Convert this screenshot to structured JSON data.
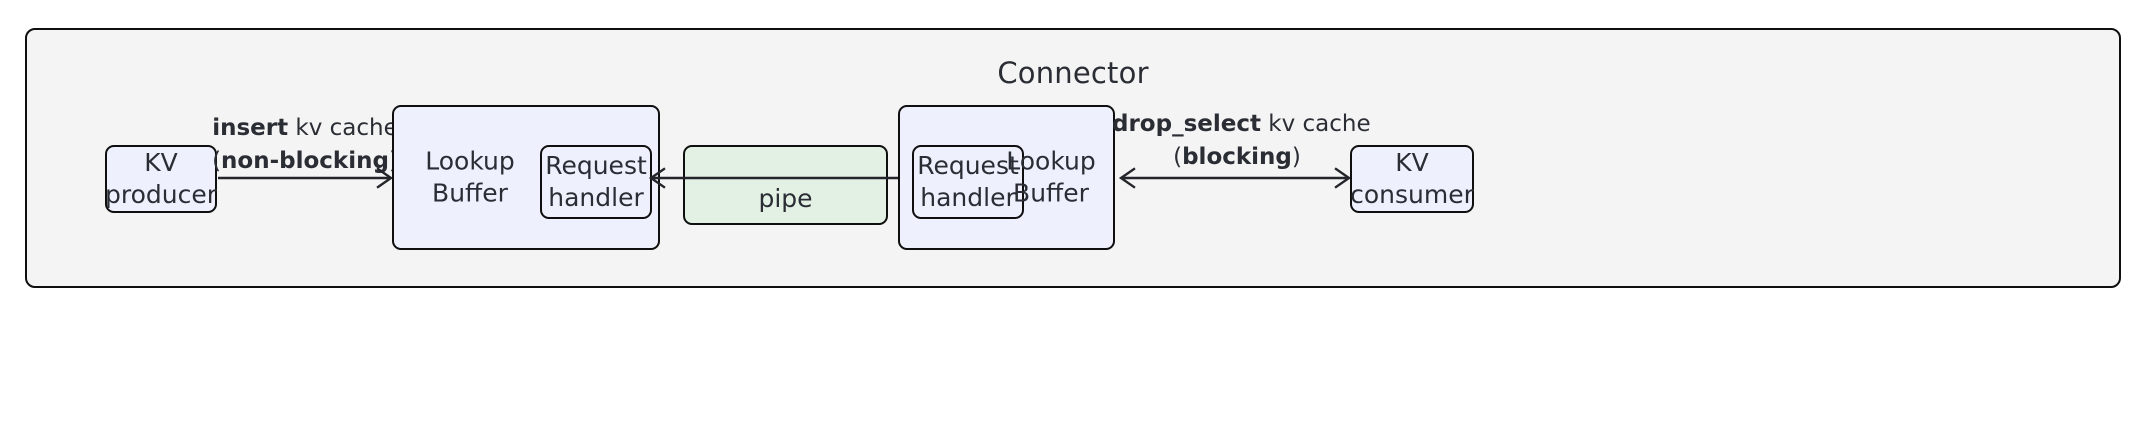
{
  "diagram": {
    "container": {
      "title": "Connector",
      "bg_color": "#f4f4f4",
      "border_color": "#0f0f10"
    },
    "colors": {
      "node_blue": "#eef1fd",
      "node_green": "#e3f0e4",
      "text": "#2b2d35",
      "stroke": "#24252b"
    },
    "nodes": {
      "kv_producer": {
        "line1": "KV",
        "line2": "producer"
      },
      "kv_consumer": {
        "line1": "KV",
        "line2": "consumer"
      },
      "lookup_buffer_left": {
        "line1": "Lookup",
        "line2": "Buffer"
      },
      "lookup_buffer_right": {
        "line1": "Lookup",
        "line2": "Buffer"
      },
      "request_handler_left": {
        "line1": "Request",
        "line2": "handler"
      },
      "request_handler_right": {
        "line1": "Request",
        "line2": "handler"
      },
      "pipe": {
        "label": "pipe"
      }
    },
    "edges": {
      "insert": {
        "op": "insert",
        "object": " kv cache",
        "mode_open": "(",
        "mode": "non-blocking",
        "mode_close": ")",
        "direction": "right"
      },
      "drop_select": {
        "op": "drop_select",
        "object": " kv cache",
        "mode_open": "(",
        "mode": "blocking",
        "mode_close": ")",
        "direction": "bidirectional"
      },
      "pipe_edge": {
        "direction": "bidirectional"
      }
    }
  }
}
